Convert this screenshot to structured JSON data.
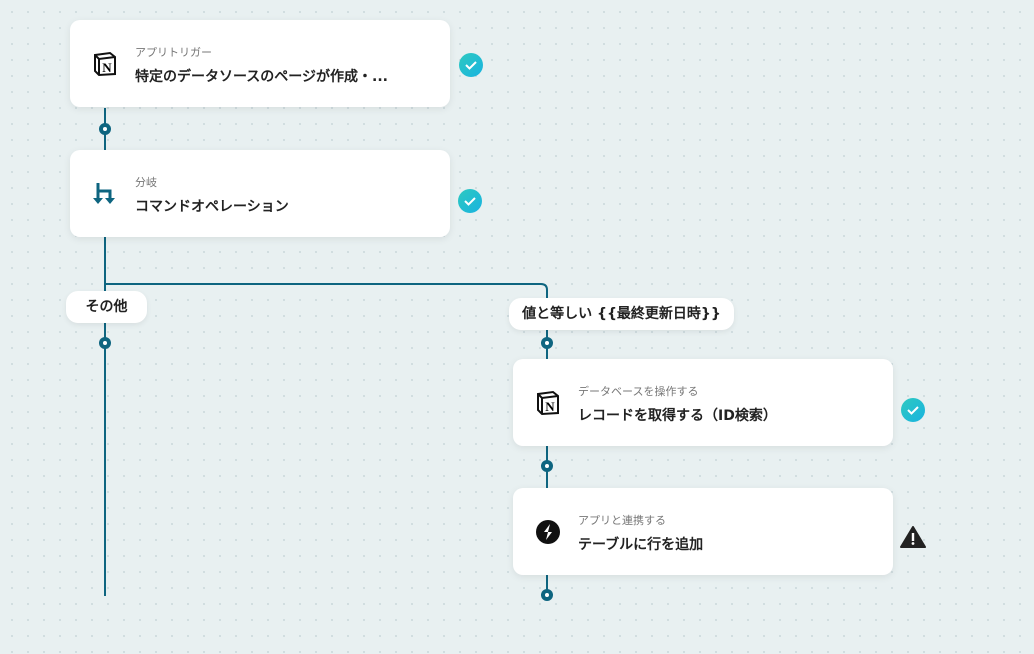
{
  "colors": {
    "line": "#0e6580",
    "check": "#1fbfd2",
    "warning": "#222222"
  },
  "steps": [
    {
      "subtitle": "アプリトリガー",
      "title": "特定のデータソースのページが作成・...",
      "icon": "notion-icon",
      "status": "success"
    },
    {
      "subtitle": "分岐",
      "title": "コマンドオペレーション",
      "icon": "branch-icon",
      "status": "success"
    },
    {
      "subtitle": "データベースを操作する",
      "title": "レコードを取得する（ID検索）",
      "icon": "notion-icon",
      "status": "success"
    },
    {
      "subtitle": "アプリと連携する",
      "title": "テーブルに行を追加",
      "icon": "app-icon",
      "status": "warning"
    }
  ],
  "branches": {
    "else_label": "その他",
    "condition_label": "値と等しい {{最終更新日時}}"
  }
}
